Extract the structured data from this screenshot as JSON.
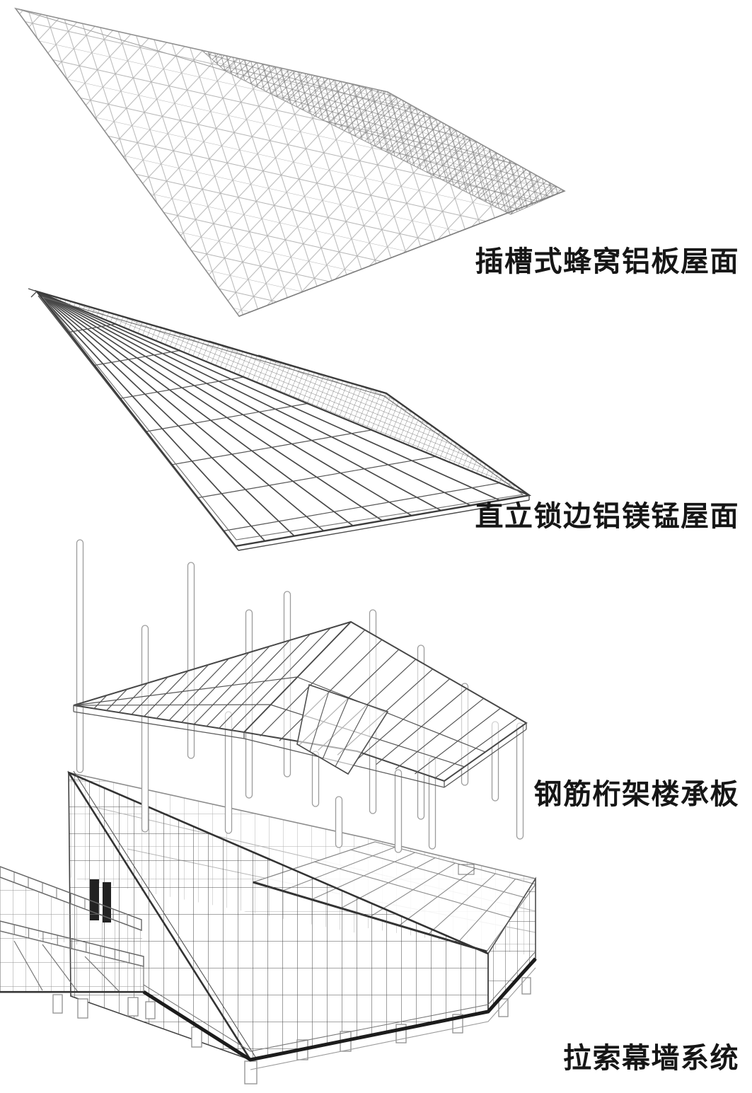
{
  "diagram": {
    "labels": [
      {
        "text": "插槽式蜂窝铝板屋面"
      },
      {
        "text": "直立锁边铝镁锰屋面"
      },
      {
        "text": "钢筋桁架楼承板"
      },
      {
        "text": "拉索幕墙系统"
      }
    ]
  },
  "colors": {
    "background": "#ffffff",
    "label_text": "#161616",
    "line_light": "#b8b8b8",
    "line_medium": "#6e6e6e",
    "line_dark": "#3c3c3c",
    "base_band": "#1c1c1c"
  }
}
